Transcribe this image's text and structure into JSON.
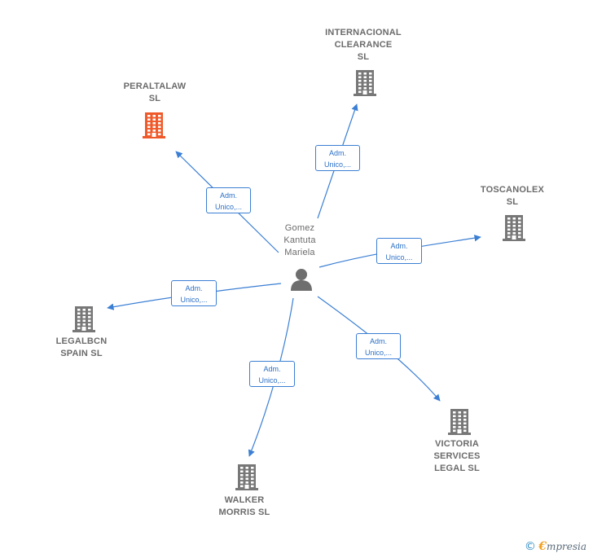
{
  "center_person": {
    "name_lines": [
      "Gomez",
      "Kantuta",
      "Mariela"
    ]
  },
  "companies": [
    {
      "id": "peraltalaw",
      "lines": [
        "PERALTALAW",
        "SL"
      ],
      "color": "#f05a2a"
    },
    {
      "id": "internacional-clearance",
      "lines": [
        "INTERNACIONAL",
        "CLEARANCE",
        "SL"
      ],
      "color": "#777777"
    },
    {
      "id": "toscanolex",
      "lines": [
        "TOSCANOLEX",
        "SL"
      ],
      "color": "#777777"
    },
    {
      "id": "legalbcn-spain",
      "lines": [
        "LEGALBCN",
        "SPAIN  SL"
      ],
      "color": "#777777"
    },
    {
      "id": "walker-morris",
      "lines": [
        "WALKER",
        "MORRIS  SL"
      ],
      "color": "#777777"
    },
    {
      "id": "victoria-services-legal",
      "lines": [
        "VICTORIA",
        "SERVICES",
        "LEGAL  SL"
      ],
      "color": "#777777"
    }
  ],
  "relations": [
    {
      "to": "peraltalaw",
      "lines": [
        "Adm.",
        "Unico,..."
      ]
    },
    {
      "to": "internacional-clearance",
      "lines": [
        "Adm.",
        "Unico,..."
      ]
    },
    {
      "to": "toscanolex",
      "lines": [
        "Adm.",
        "Unico,..."
      ]
    },
    {
      "to": "legalbcn-spain",
      "lines": [
        "Adm.",
        "Unico,..."
      ]
    },
    {
      "to": "walker-morris",
      "lines": [
        "Adm.",
        "Unico,..."
      ]
    },
    {
      "to": "victoria-services-legal",
      "lines": [
        "Adm.",
        "Unico,..."
      ]
    }
  ],
  "colors": {
    "edge": "#3b7fd4",
    "person_icon": "#6e6e6e",
    "highlight": "#f05a2a",
    "building": "#777777"
  },
  "icons": {
    "company": "building-icon",
    "person": "person-icon",
    "copyright": "copyright-icon"
  },
  "footer": {
    "copyright_symbol": "©",
    "brand_first": "€",
    "brand_rest": "mpresia"
  }
}
